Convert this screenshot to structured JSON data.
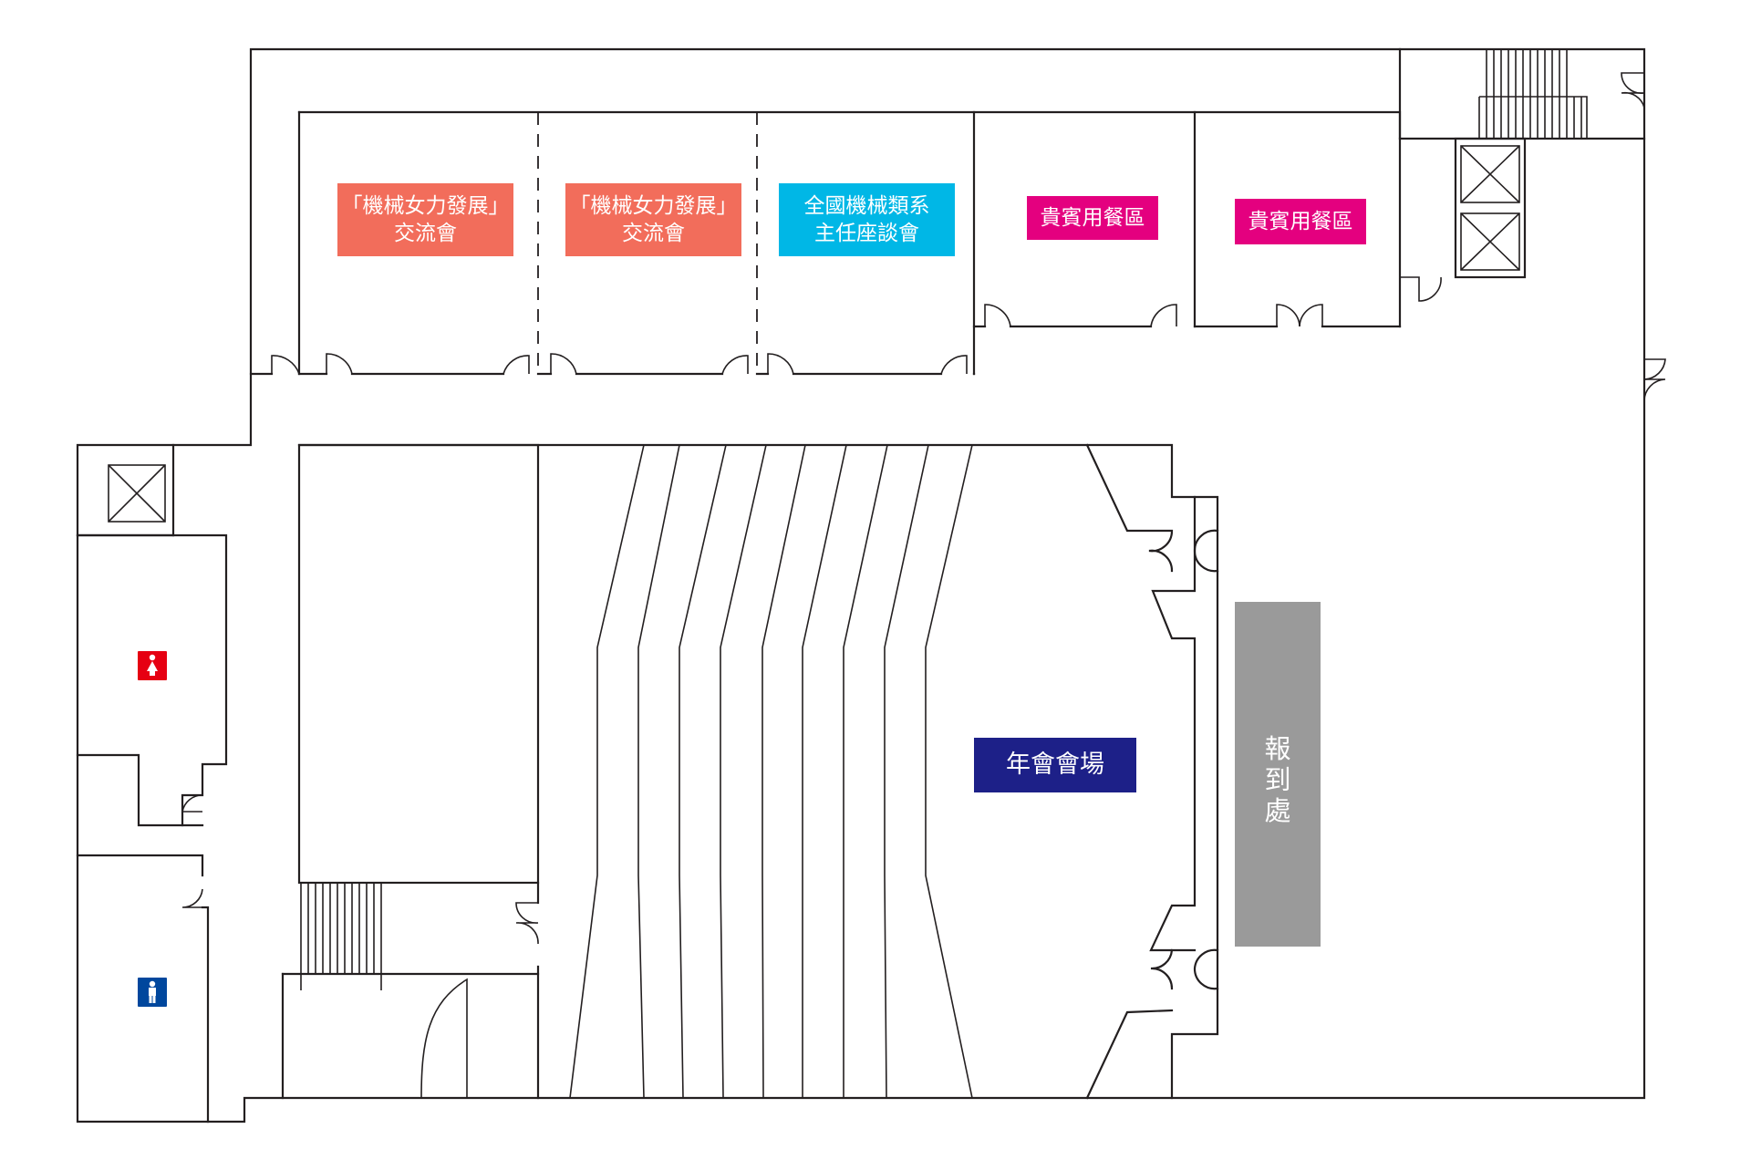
{
  "colors": {
    "wall": "#231f20",
    "salmon": "#f26d5b",
    "cyan": "#00b7e6",
    "magenta": "#e4007f",
    "navy": "#1d2088",
    "gray": "#9a9a9a",
    "restroom_female": "#e60012",
    "restroom_male": "#00479d"
  },
  "rooms": {
    "meeting_room_1": {
      "line1": "「機械女力發展」",
      "line2": "交流會"
    },
    "meeting_room_2": {
      "line1": "「機械女力發展」",
      "line2": "交流會"
    },
    "meeting_room_3": {
      "line1": "全國機械類系",
      "line2": "主任座談會"
    },
    "vip_dining_1": {
      "label": "貴賓用餐區"
    },
    "vip_dining_2": {
      "label": "貴賓用餐區"
    }
  },
  "main_hall": {
    "label": "年會會場"
  },
  "registration": {
    "chars": [
      "報",
      "到",
      "處"
    ]
  },
  "restrooms": {
    "female_icon": "female-restroom-icon",
    "male_icon": "male-restroom-icon"
  },
  "icons": [
    "elevator-icon",
    "stairs-icon",
    "door-icon"
  ]
}
